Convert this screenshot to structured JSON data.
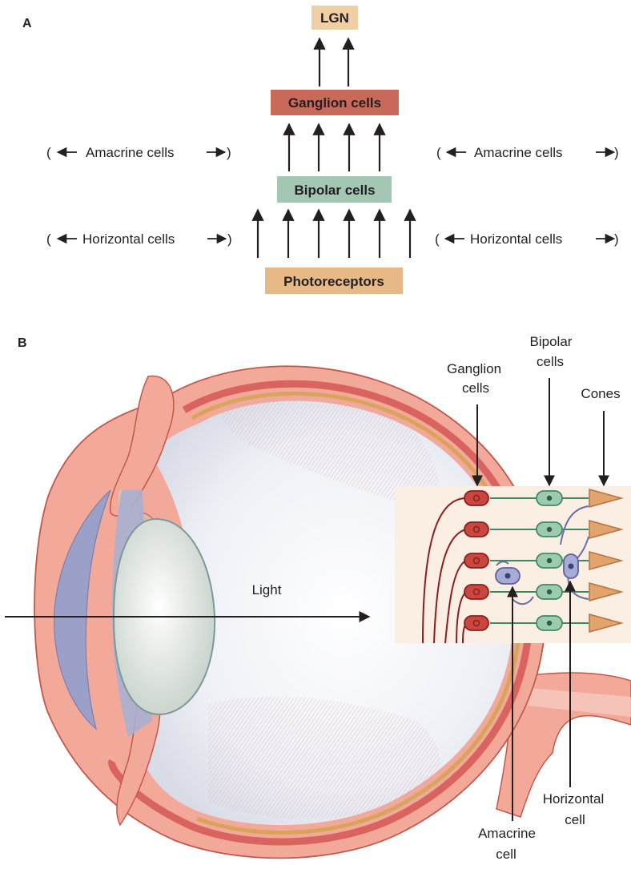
{
  "panel_a": {
    "label": "A",
    "lgn": "LGN",
    "ganglion": "Ganglion cells",
    "bipolar": "Bipolar cells",
    "photoreceptors": "Photoreceptors",
    "amacrine_side": "Amacrine cells",
    "horizontal_side": "Horizontal cells",
    "colors": {
      "lgn": "#f1cfa6",
      "ganglion": "#c9695a",
      "bipolar": "#a3c7b3",
      "photoreceptors": "#e7b987"
    }
  },
  "panel_b": {
    "label": "B",
    "light": "Light",
    "ganglion_line1": "Ganglion",
    "ganglion_line2": "cells",
    "bipolar_line1": "Bipolar",
    "bipolar_line2": "cells",
    "cones": "Cones",
    "horizontal_line1": "Horizontal",
    "horizontal_line2": "cell",
    "amacrine_line1": "Amacrine",
    "amacrine_line2": "cell",
    "colors": {
      "sclera": "#f3a99a",
      "choroid": "#d9635f",
      "retina_band": "#d9a45a",
      "cornea": "#9aa0c8",
      "lens": "#d8e0d8",
      "inset_bg": "#fbeee2"
    }
  }
}
